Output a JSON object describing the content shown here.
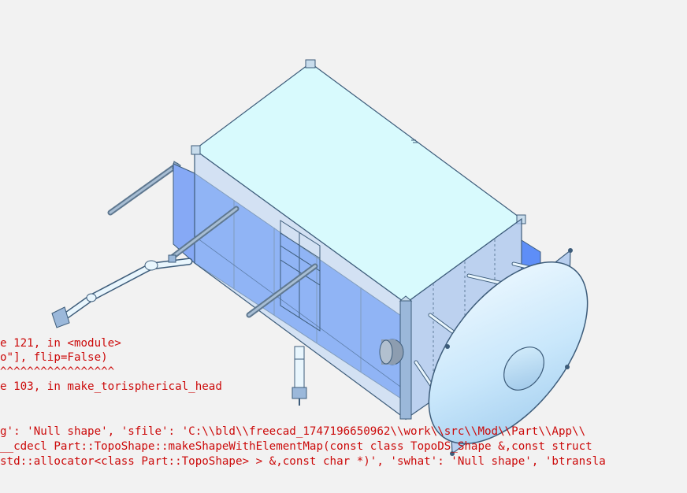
{
  "viewport": {
    "background": "#f2f2f2",
    "colors": {
      "body_top": "#d8fafd",
      "body_side_left": "#b9d3f4",
      "body_side_right": "#a9c6ee",
      "panel": "#5e8ef7",
      "panel_light": "#86a9f5",
      "edge": "#3d5c7a",
      "boom": "#7f96b0",
      "dish": "#c9e7fb",
      "dish_light": "#e9f6fd"
    }
  },
  "console": {
    "text_color": "#cc0a0a",
    "lines": [
      "e 121, in <module>",
      "o\"], flip=False)",
      "^^^^^^^^^^^^^^^^^",
      "e 103, in make_torispherical_head",
      "g': 'Null shape', 'sfile': 'C:\\\\bld\\\\freecad_1747196650962\\\\work\\\\src\\\\Mod\\\\Part\\\\App\\\\",
      "__cdecl Part::TopoShape::makeShapeWithElementMap(const class TopoDS_Shape &,const struct",
      "std::allocator<class Part::TopoShape> > &,const char *)', 'swhat': 'Null shape', 'btransla"
    ]
  }
}
